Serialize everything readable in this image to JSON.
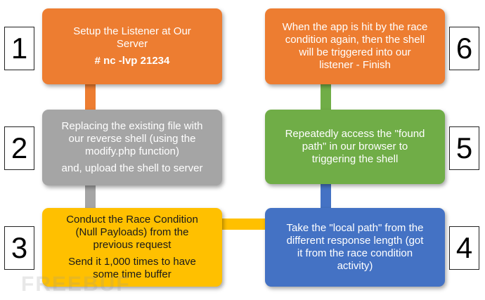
{
  "colors": {
    "orange": "#ED7D31",
    "gray": "#A5A5A5",
    "yellow": "#FFC000",
    "blue": "#4472C4",
    "green": "#70AD47"
  },
  "steps": [
    {
      "number": "1",
      "lines": [
        "Setup the Listener at Our",
        "Server"
      ],
      "extra": [
        "# nc -lvp 21234"
      ]
    },
    {
      "number": "2",
      "lines": [
        "Replacing the existing file with",
        "our reverse shell (using the",
        "modify.php function)"
      ],
      "extra": [
        "and, upload the shell to server"
      ]
    },
    {
      "number": "3",
      "lines": [
        "Conduct the Race Condition",
        "(Null Payloads) from the",
        "previous request"
      ],
      "extra": [
        "Send it 1,000 times to have",
        "some time buffer"
      ]
    },
    {
      "number": "4",
      "lines": [
        "Take the \"local path\" from the",
        "different response length (got",
        "it from the race condition",
        "activity)"
      ],
      "extra": []
    },
    {
      "number": "5",
      "lines": [
        "Repeatedly access the \"found",
        "path\" in our browser to",
        "triggering the shell"
      ],
      "extra": []
    },
    {
      "number": "6",
      "lines": [
        "When the app is hit by the race",
        "condition again, then the shell",
        "will be triggered into our",
        "listener - Finish"
      ],
      "extra": []
    }
  ],
  "watermark": "FREEBUF"
}
